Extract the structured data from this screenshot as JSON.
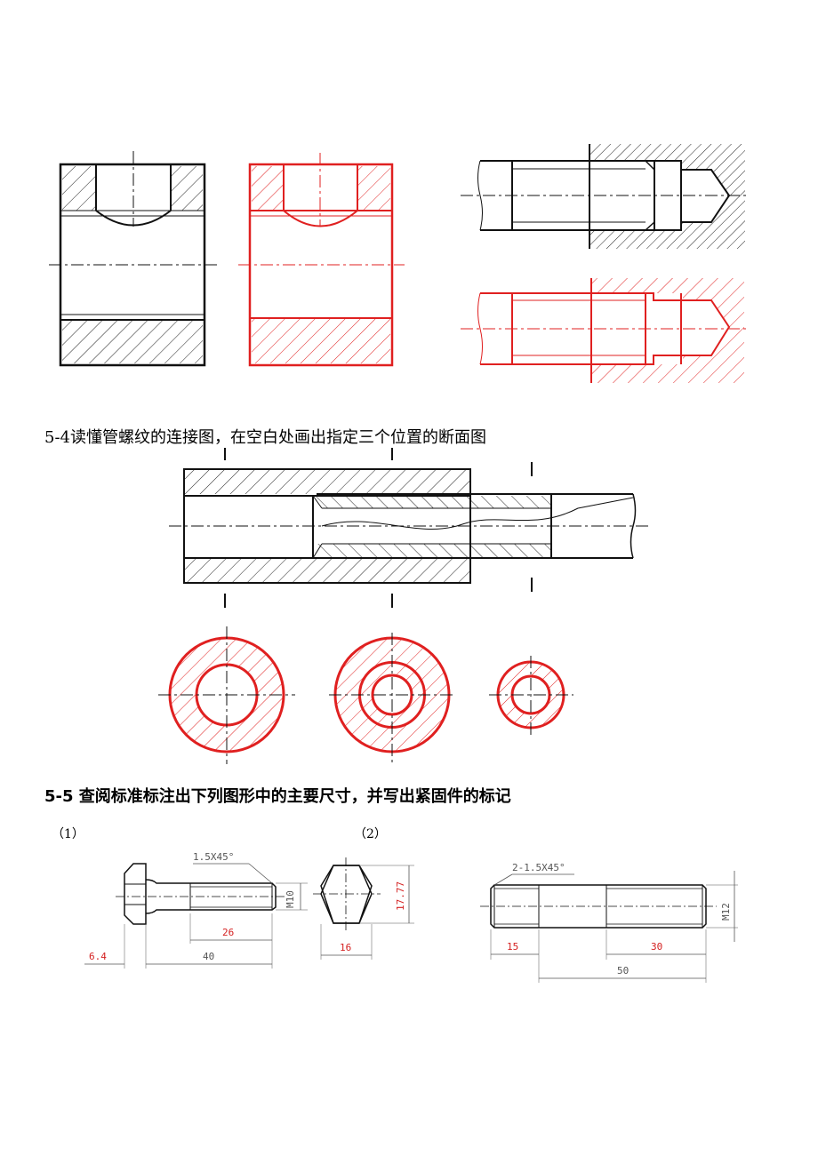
{
  "section_54": {
    "heading": "5-4读懂管螺纹的连接图，在空白处画出指定三个位置的断面图"
  },
  "section_55": {
    "heading": "5-5   查阅标准标注出下列图形中的主要尺寸，并写出紧固件的标记",
    "sub1": "（1）",
    "sub2": "（2）"
  },
  "bolt_dims": {
    "chamfer": "1.5X45°",
    "thread": "M10",
    "thread_len": "26",
    "head_h": "6.4",
    "shank_len": "40",
    "across_flats": "16",
    "across_corners": "17.77"
  },
  "stud_dims": {
    "chamfer": "2-1.5X45°",
    "thread": "M12",
    "left_len": "15",
    "right_len": "30",
    "total_len": "50"
  },
  "colors": {
    "line": "#1a1a1a",
    "answer": "#e02020",
    "dim": "#555555"
  }
}
